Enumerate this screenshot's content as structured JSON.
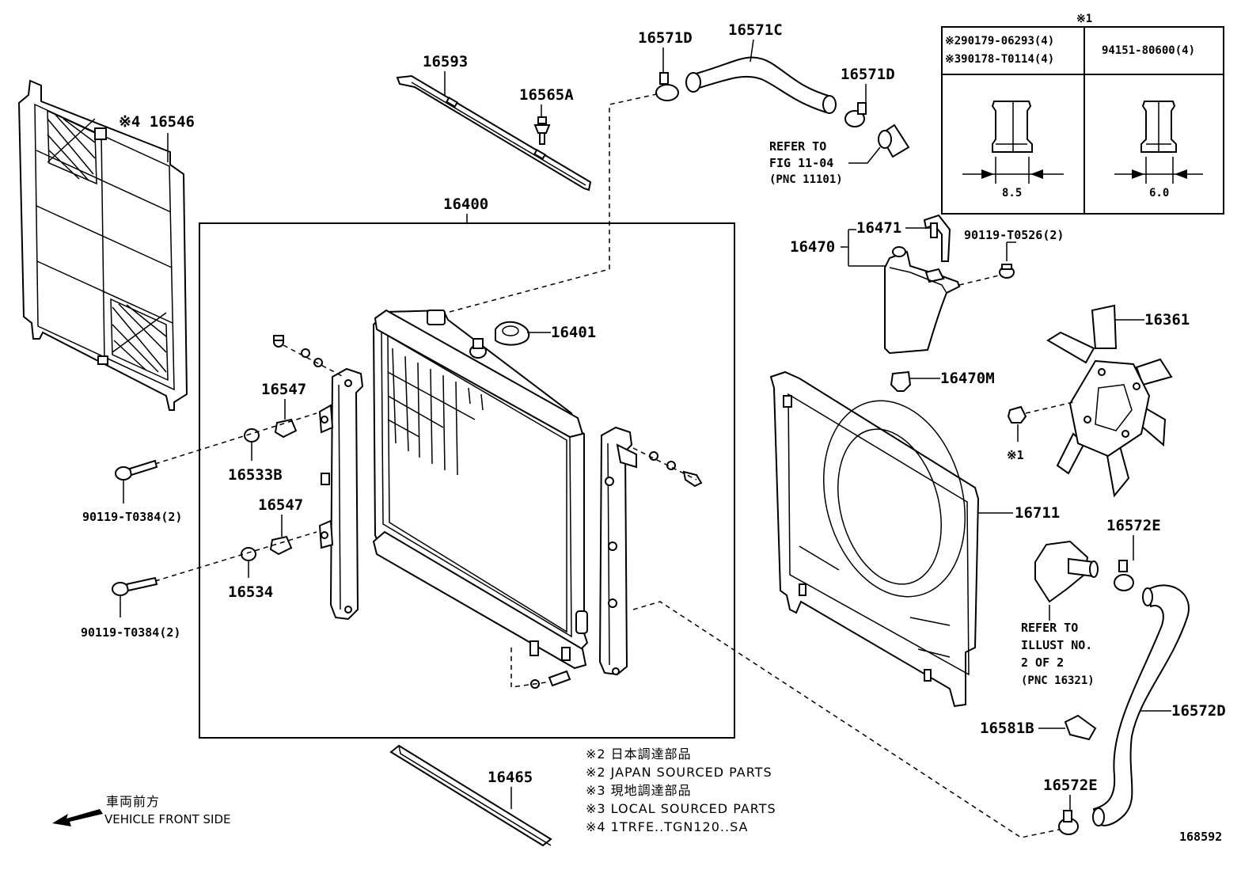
{
  "labels": {
    "p16546": "※4 16546",
    "p16593": "16593",
    "p16565A": "16565A",
    "p16571D_top": "16571D",
    "p16571C": "16571C",
    "p16571D_right": "16571D",
    "refer_fig_1": "REFER TO",
    "refer_fig_2": "FIG 11-04",
    "refer_fig_3": "(PNC 11101)",
    "p16400": "16400",
    "p16401": "16401",
    "p16547_a": "16547",
    "p16547_b": "16547",
    "p16533B": "16533B",
    "p16534": "16534",
    "bolt_a": "90119-T0384(2)",
    "bolt_b": "90119-T0384(2)",
    "p16470": "16470",
    "p16471": "16471",
    "bolt_c": "90119-T0526(2)",
    "p16361": "16361",
    "p16470M": "16470M",
    "mark1": "※1",
    "p16711": "16711",
    "p16572E_top": "16572E",
    "refer_ill_1": "REFER TO",
    "refer_ill_2": "ILLUST NO.",
    "refer_ill_3": "2 OF 2",
    "refer_ill_4": "(PNC 16321)",
    "p16572D": "16572D",
    "p16581B": "16581B",
    "p16572E_bottom": "16572E",
    "p16465": "16465",
    "front_jp": "車両前方",
    "front_en": "VEHICLE FRONT SIDE",
    "fig_no": "168592"
  },
  "notes": [
    "※2 日本調達部品",
    "※2 JAPAN SOURCED PARTS",
    "※3 現地調達部品",
    "※3 LOCAL SOURCED PARTS",
    "※4 1TRFE..TGN120..SA"
  ],
  "nut_table": {
    "mark": "※1",
    "col1_row1": "※290179-06293(4)",
    "col1_row2": "※390178-T0114(4)",
    "col2": "94151-80600(4)",
    "dim1": "8.5",
    "dim2": "6.0"
  }
}
